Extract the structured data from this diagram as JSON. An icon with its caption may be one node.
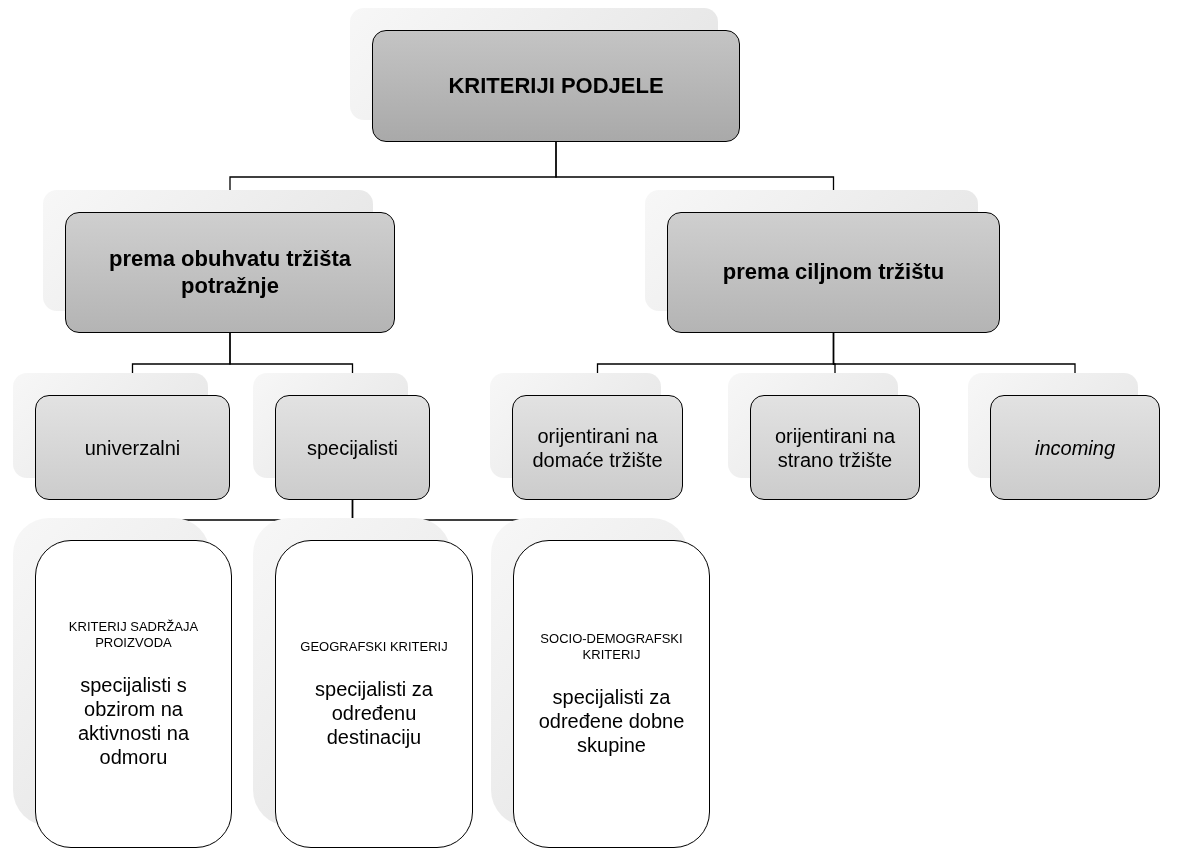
{
  "diagram": {
    "nodes": [
      {
        "text": [
          "KRITERIJI PODJELE"
        ]
      },
      {
        "text": [
          "prema obuhvatu tržišta potražnje"
        ]
      },
      {
        "text": [
          "prema ciljnom tržištu"
        ]
      },
      {
        "text": [
          "univerzalni"
        ]
      },
      {
        "text": [
          "specijalisti"
        ]
      },
      {
        "text": [
          "orijentirani na domaće tržište"
        ]
      },
      {
        "text": [
          "orijentirani na strano tržište"
        ]
      },
      {
        "text": [
          "incoming"
        ]
      },
      {
        "text": [
          "KRITERIJ SADRŽAJA PROIZVODA",
          "specijalisti s obzirom na aktivnosti na odmoru"
        ]
      },
      {
        "text": [
          "GEOGRAFSKI KRITERIJ",
          "specijalisti za određenu destinaciju"
        ]
      },
      {
        "text": [
          "SOCIO-DEMOGRAFSKI KRITERIJ",
          "specijalisti za određene dobne skupine"
        ]
      }
    ],
    "edges": [
      {
        "from": 0,
        "to": 1,
        "arrow": "none"
      },
      {
        "from": 0,
        "to": 2,
        "arrow": "none"
      },
      {
        "from": 1,
        "to": 3,
        "arrow": "none"
      },
      {
        "from": 1,
        "to": 4,
        "arrow": "none"
      },
      {
        "from": 2,
        "to": 5,
        "arrow": "none"
      },
      {
        "from": 2,
        "to": 6,
        "arrow": "none"
      },
      {
        "from": 2,
        "to": 7,
        "arrow": "none"
      },
      {
        "from": 4,
        "to": 8,
        "arrow": "none"
      },
      {
        "from": 4,
        "to": 9,
        "arrow": "none"
      },
      {
        "from": 4,
        "to": 10,
        "arrow": "none"
      }
    ]
  }
}
